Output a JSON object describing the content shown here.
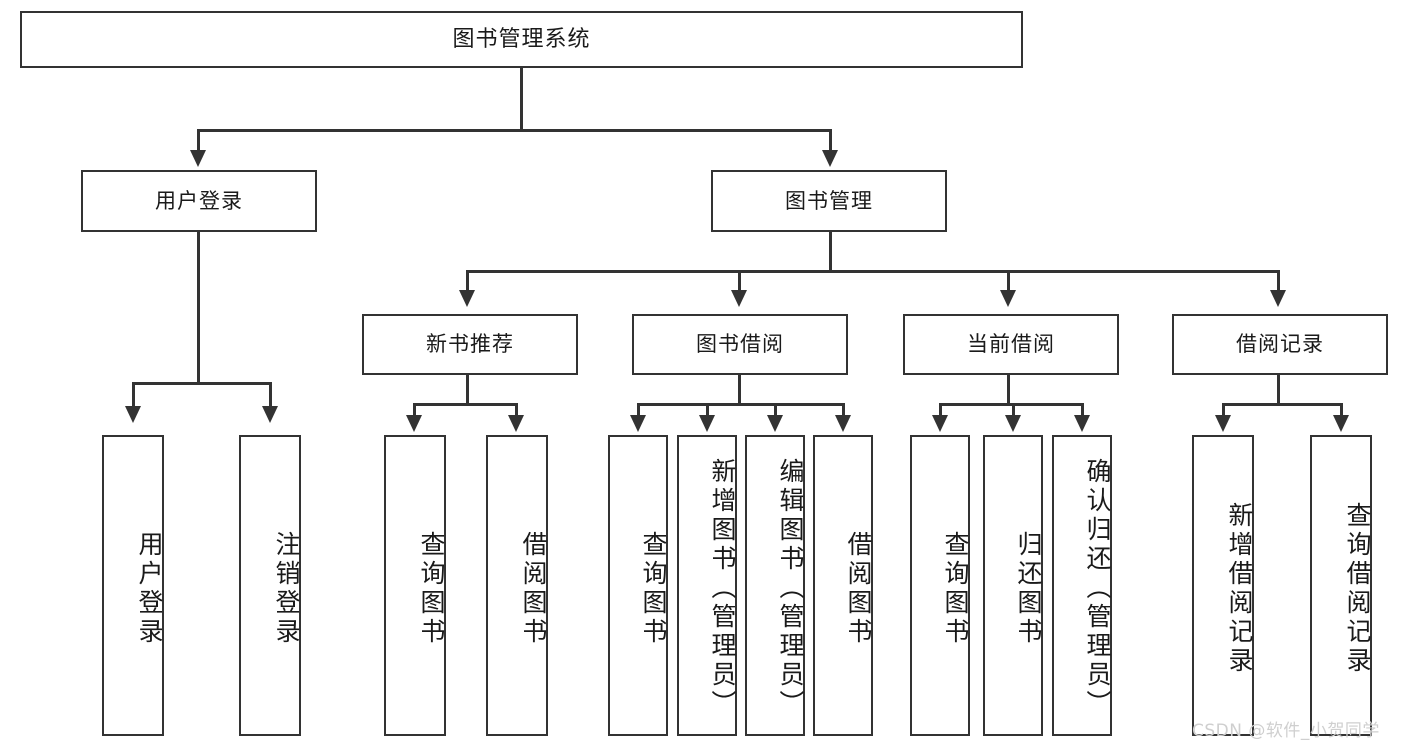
{
  "diagram": {
    "type": "tree-hierarchy",
    "title": "图书管理系统",
    "watermark": "CSDN @软件_小贺同学",
    "colors": {
      "stroke": "#333333",
      "fill": "#ffffff",
      "text": "#1a1a1a",
      "watermark": "#cfcfcf"
    },
    "root": {
      "label": "图书管理系统"
    },
    "level2": [
      {
        "label": "用户登录"
      },
      {
        "label": "图书管理"
      }
    ],
    "level3": [
      {
        "label": "新书推荐"
      },
      {
        "label": "图书借阅"
      },
      {
        "label": "当前借阅"
      },
      {
        "label": "借阅记录"
      }
    ],
    "leaves": {
      "user_login": [
        {
          "label": "用户登录"
        },
        {
          "label": "注销登录"
        }
      ],
      "new_book_recommend": [
        {
          "label": "查询图书"
        },
        {
          "label": "借阅图书"
        }
      ],
      "book_borrow": [
        {
          "label": "查询图书"
        },
        {
          "label": "新增图书（管理员）"
        },
        {
          "label": "编辑图书（管理员）"
        },
        {
          "label": "借阅图书"
        }
      ],
      "current_borrow": [
        {
          "label": "查询图书"
        },
        {
          "label": "归还图书"
        },
        {
          "label": "确认归还（管理员）"
        }
      ],
      "borrow_record": [
        {
          "label": "新增借阅记录"
        },
        {
          "label": "查询借阅记录"
        }
      ]
    }
  }
}
